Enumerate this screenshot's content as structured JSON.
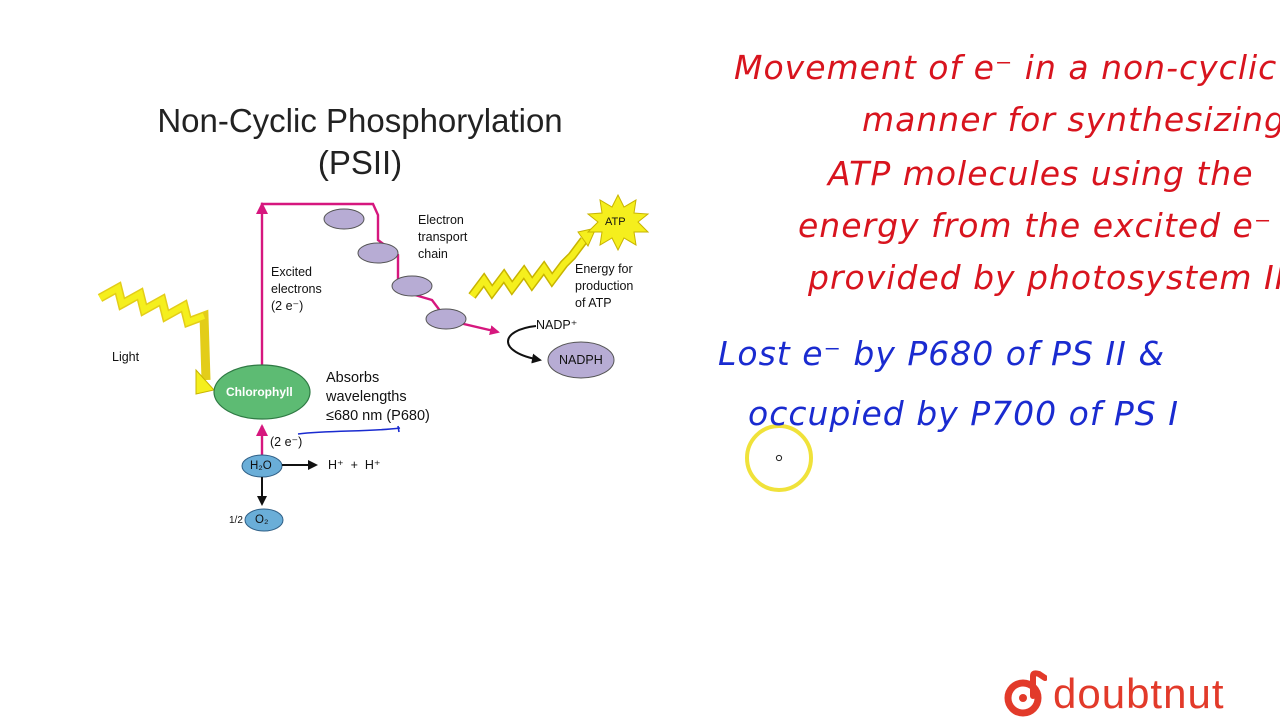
{
  "diagram": {
    "title_line1": "Non-Cyclic Phosphorylation",
    "title_line2": "(PSII)",
    "light_label": "Light",
    "chlorophyll_label": "Chlorophyll",
    "excited_label": [
      "Excited",
      "electrons",
      "(2 e⁻)"
    ],
    "etc_label": [
      "Electron",
      "transport",
      "chain"
    ],
    "energy_label": [
      "Energy for",
      "production",
      "of ATP"
    ],
    "atp_label": "ATP",
    "nadp_label": "NADP⁺",
    "nadph_label": "NADPH",
    "absorbs_label": [
      "Absorbs",
      "wavelengths",
      "≤680 nm (P680)"
    ],
    "two_e_label": "(2 e⁻)",
    "h2o_label": "H₂O",
    "hplus_label": "H⁺  +  H⁺",
    "half_label": "1/2",
    "o2_label": "O₂"
  },
  "notes": {
    "red_lines": [
      "Movement of e⁻ in a non-cyclic",
      "manner for synthesizing",
      "ATP molecules using the",
      "energy from the excited e⁻",
      "provided by photosystem II"
    ],
    "blue_lines": [
      "Lost e⁻ by P680 of PS II &",
      "occupied by P700 of PS I"
    ]
  },
  "brand": {
    "name": "doubtnut"
  },
  "colors": {
    "magenta": "#d6177e",
    "chlorophyll_fill": "#5dbb73",
    "ellipse_fill": "#b7acd4",
    "water_fill": "#6aaed8",
    "zigzag_fill": "#f5ef1d",
    "red_ink": "#d8141e",
    "blue_ink": "#1a2bd0",
    "cursor_ring": "#f0e23a",
    "brand": "#e23a2a"
  }
}
